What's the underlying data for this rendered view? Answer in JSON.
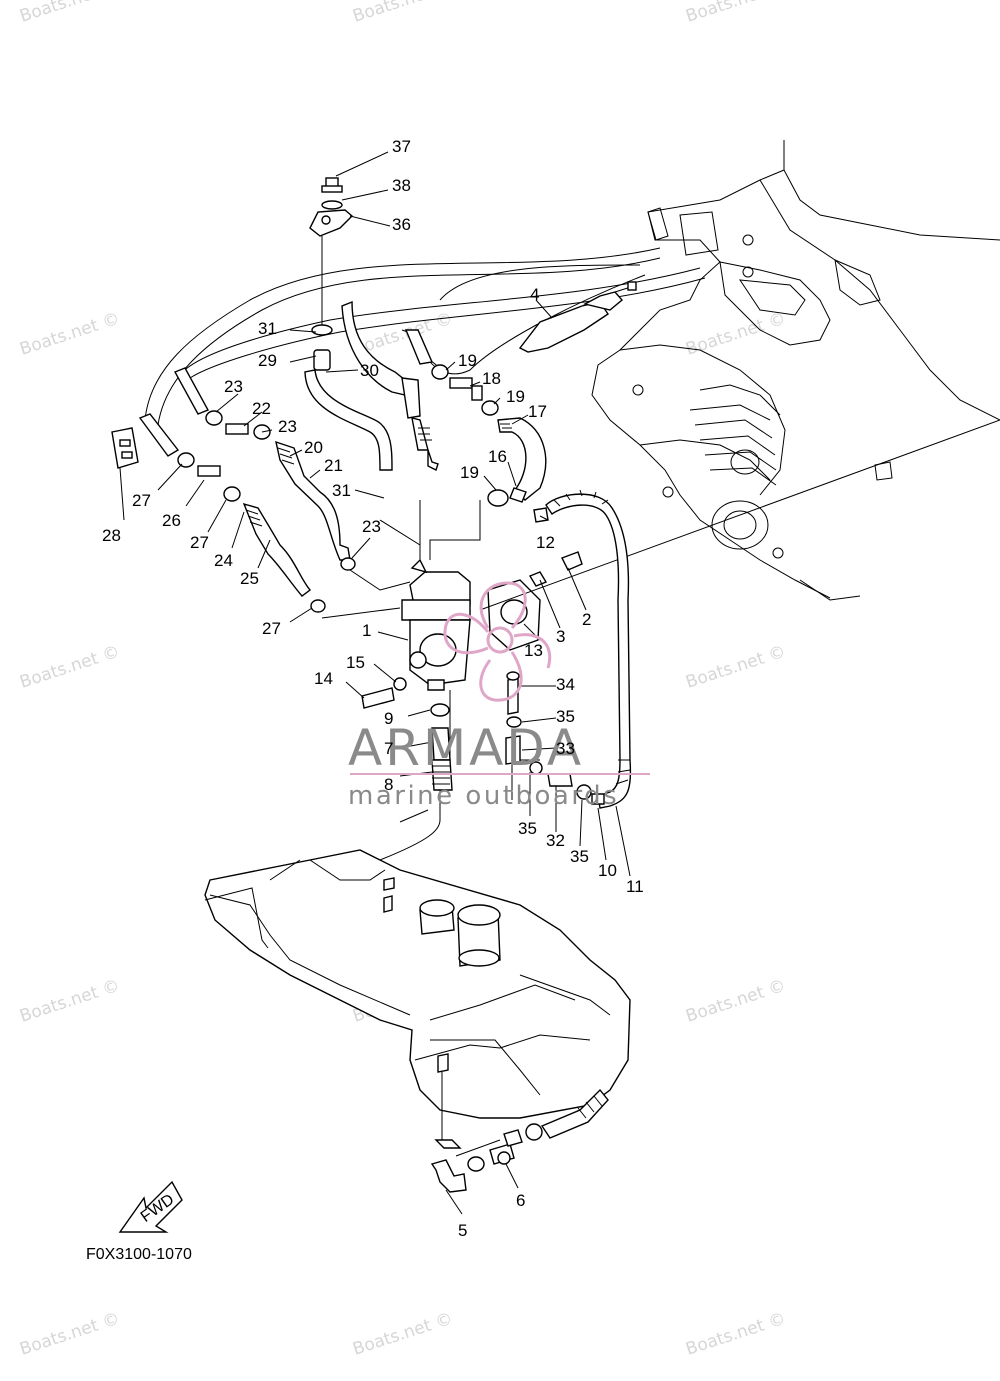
{
  "diagram": {
    "code": "F0X3100-1070",
    "fwd_label": "FWD",
    "brand_name": "ARMADA",
    "brand_tagline": "marine outboards",
    "watermark_text": "Boats.net ©",
    "part_labels": [
      "1",
      "2",
      "3",
      "4",
      "5",
      "6",
      "7",
      "8",
      "9",
      "10",
      "11",
      "12",
      "13",
      "14",
      "15",
      "16",
      "17",
      "18",
      "19",
      "19",
      "19",
      "20",
      "21",
      "22",
      "23",
      "23",
      "23",
      "24",
      "25",
      "26",
      "27",
      "27",
      "27",
      "28",
      "29",
      "30",
      "31",
      "31",
      "32",
      "33",
      "34",
      "35",
      "35",
      "35",
      "36",
      "37",
      "38"
    ],
    "colors": {
      "logo_pink": "#e0a6c8",
      "brand_gray": "#8a8a8a",
      "watermark": "#d6d6d6"
    }
  }
}
